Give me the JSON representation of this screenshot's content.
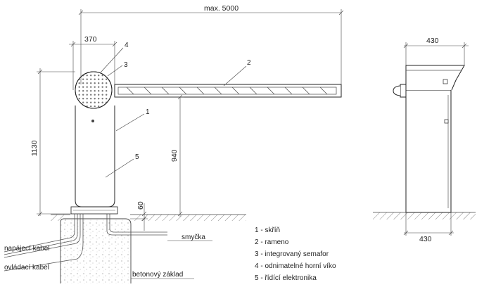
{
  "dimensions": {
    "arm_length": "max. 5000",
    "housing_width": "370",
    "total_height": "1130",
    "arm_height": "940",
    "foundation_offset": "60",
    "side_top_width": "430",
    "side_bottom_width": "430"
  },
  "callouts": {
    "c1": "1",
    "c2": "2",
    "c3": "3",
    "c4": "4",
    "c5": "5"
  },
  "labels": {
    "loop": "smyčka",
    "power_cable": "napájecí kabel",
    "control_cable": "ovládací kabel",
    "foundation": "betonový základ"
  },
  "legend": [
    "1 - skříň",
    "2 - rameno",
    "3 - integrovaný semafor",
    "4 - odnimatelné horní víko",
    "5 - řídící elektronika"
  ]
}
